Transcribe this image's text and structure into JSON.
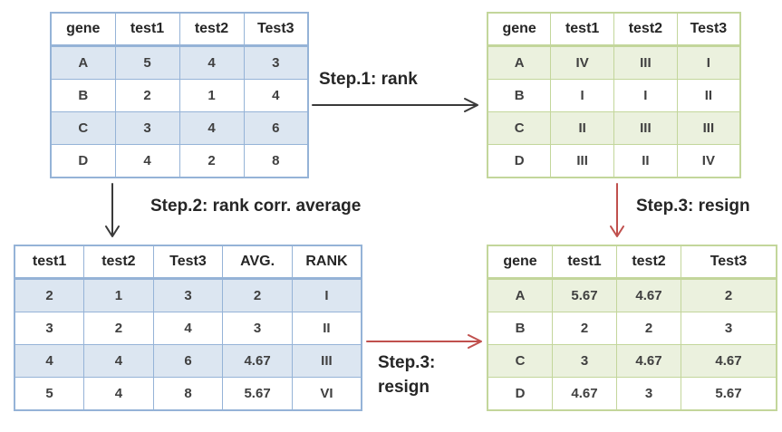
{
  "colors": {
    "blue_table_border": "#95B3D7",
    "blue_table_row_shade": "#DCE6F1",
    "green_table_border": "#C3D69B",
    "green_table_row_shade": "#EBF1DE",
    "dark_arrow": "#3A3A3A",
    "red_arrow": "#C0504D",
    "label_text": "#262626",
    "cell_text": "#404040"
  },
  "labels": {
    "step1": "Step.1: rank",
    "step2": "Step.2: rank corr. average",
    "step3_right": "Step.3: resign",
    "step3_bottom_line1": "Step.3:",
    "step3_bottom_line2": "resign"
  },
  "tables": {
    "original": {
      "headers": [
        "gene",
        "test1",
        "test2",
        "Test3"
      ],
      "rows": [
        [
          "A",
          "5",
          "4",
          "3"
        ],
        [
          "B",
          "2",
          "1",
          "4"
        ],
        [
          "C",
          "3",
          "4",
          "6"
        ],
        [
          "D",
          "4",
          "2",
          "8"
        ]
      ]
    },
    "ranked": {
      "headers": [
        "gene",
        "test1",
        "test2",
        "Test3"
      ],
      "rows": [
        [
          "A",
          "IV",
          "III",
          "I"
        ],
        [
          "B",
          "I",
          "I",
          "II"
        ],
        [
          "C",
          "II",
          "III",
          "III"
        ],
        [
          "D",
          "III",
          "II",
          "IV"
        ]
      ]
    },
    "rank_average": {
      "headers": [
        "test1",
        "test2",
        "Test3",
        "AVG.",
        "RANK"
      ],
      "rows": [
        [
          "2",
          "1",
          "3",
          "2",
          "I"
        ],
        [
          "3",
          "2",
          "4",
          "3",
          "II"
        ],
        [
          "4",
          "4",
          "6",
          "4.67",
          "III"
        ],
        [
          "5",
          "4",
          "8",
          "5.67",
          "VI"
        ]
      ]
    },
    "resigned": {
      "headers": [
        "gene",
        "test1",
        "test2",
        "Test3"
      ],
      "rows": [
        [
          "A",
          "5.67",
          "4.67",
          "2"
        ],
        [
          "B",
          "2",
          "2",
          "3"
        ],
        [
          "C",
          "3",
          "4.67",
          "4.67"
        ],
        [
          "D",
          "4.67",
          "3",
          "5.67"
        ]
      ]
    }
  }
}
